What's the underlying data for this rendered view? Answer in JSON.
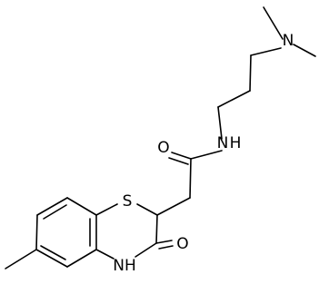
{
  "molecule": {
    "atoms": {
      "S": "S",
      "N_amide": "N",
      "H_amide": "H",
      "N_dimethyl": "N",
      "O_amide": "O",
      "O_lactam": "O",
      "NH_lactam": "NH"
    }
  }
}
